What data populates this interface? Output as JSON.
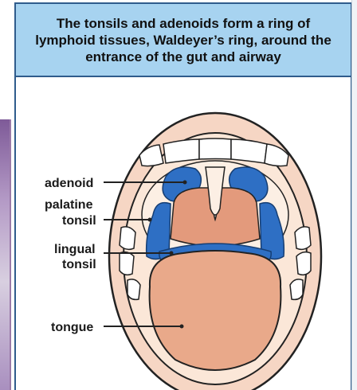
{
  "header": {
    "title_line1": "The tonsils and adenoids form a ring of",
    "title_line2": "lymphoid tissues, Waldeyer’s ring, around the",
    "title_line3": "entrance of the gut and airway"
  },
  "labels": {
    "adenoid": "adenoid",
    "palatine_1": "palatine",
    "palatine_2": "tonsil",
    "lingual_1": "lingual",
    "lingual_2": "tonsil",
    "tongue": "tongue"
  },
  "colors": {
    "header_bg": "#a7d3f0",
    "frame_border": "#2f5c8c",
    "lymphoid_blue": "#2e6fc4",
    "tongue": "#e9a98a",
    "lip": "#f6d6c4",
    "throat": "#e39a7c"
  }
}
